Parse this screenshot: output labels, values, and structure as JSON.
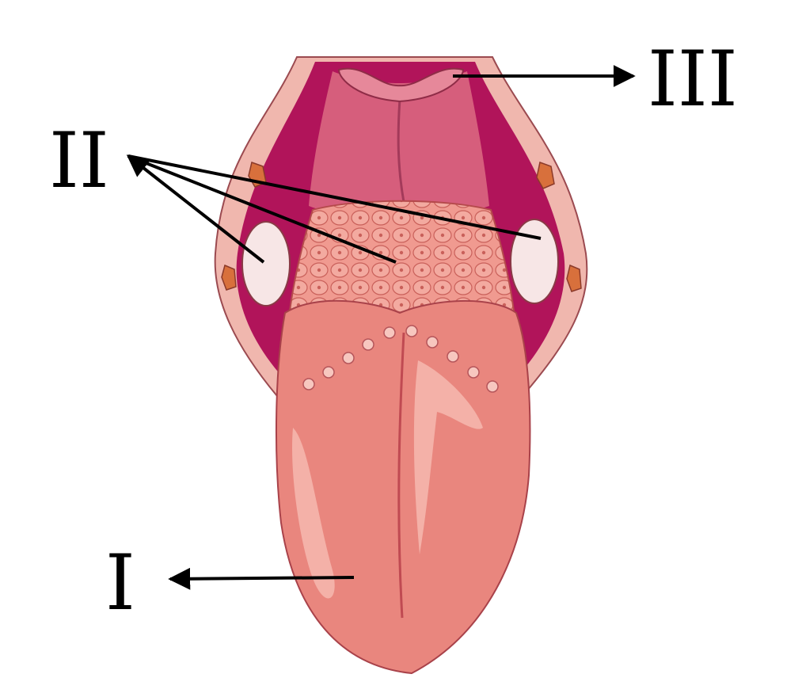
{
  "labels": {
    "tongue": "I",
    "tonsils": "II",
    "uvula": "III"
  },
  "colors": {
    "background": "#ffffff",
    "tongue_body": "#e9867e",
    "tongue_highlight": "#f4b1a8",
    "mouth_outer": "#f0b7ae",
    "mouth_cavity": "#b1145a",
    "soft_palate": "#d65e7c",
    "uvula": "#e6889a",
    "lingual_tonsil": "#f29a90",
    "palatine_tonsil": "#f7e6e6",
    "arrow": "#000000"
  }
}
